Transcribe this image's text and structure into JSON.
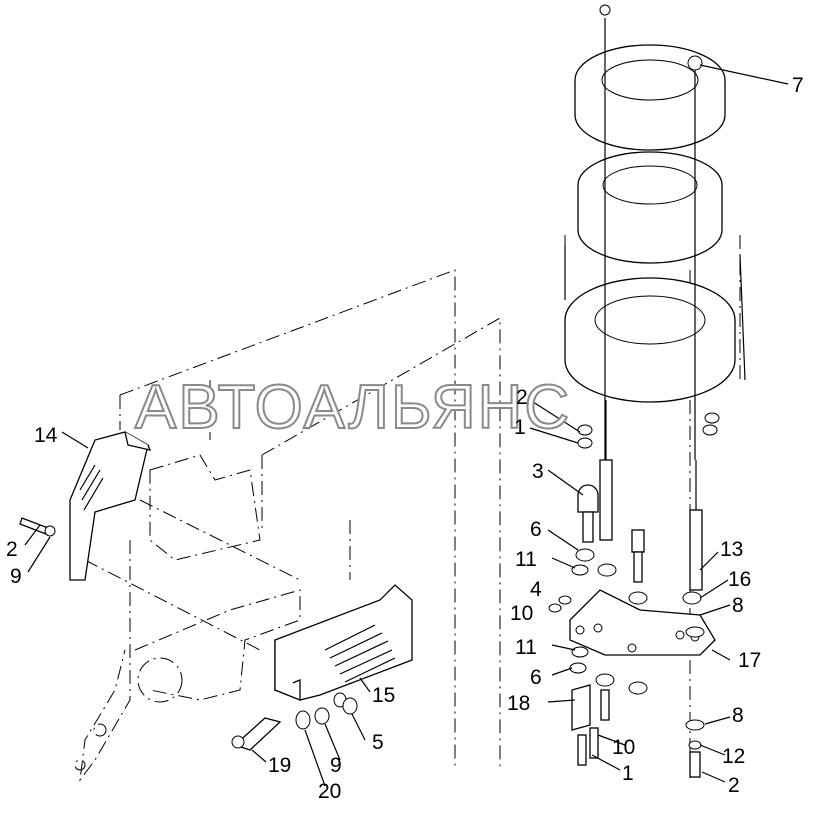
{
  "watermark": "АВТОАЛЬЯНС",
  "callouts": [
    "7",
    "2",
    "1",
    "3",
    "6",
    "11",
    "4",
    "10",
    "11",
    "6",
    "18",
    "13",
    "16",
    "8",
    "17",
    "8",
    "10",
    "12",
    "1",
    "2",
    "14",
    "2",
    "9",
    "15",
    "5",
    "19",
    "9",
    "20"
  ]
}
